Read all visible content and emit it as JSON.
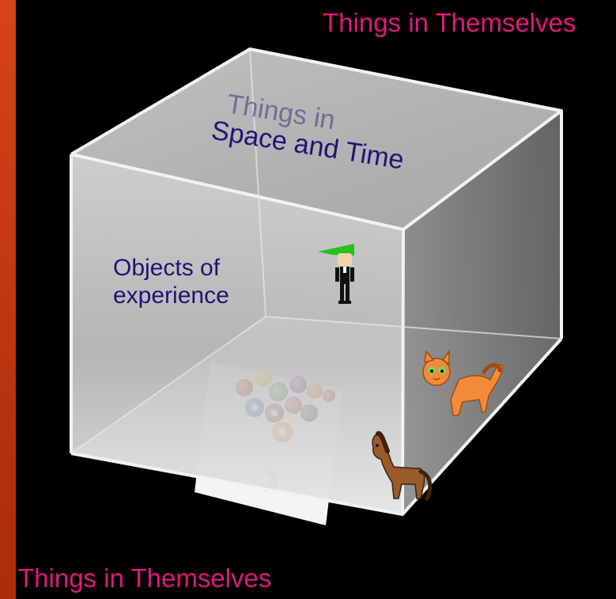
{
  "titles": {
    "top": "Things in Themselves",
    "bottom": "Things in Themselves"
  },
  "cube": {
    "label_line1": "Things in",
    "label_line2": "Space and Time",
    "inner_line1": "Objects of",
    "inner_line2": "experience"
  },
  "colors": {
    "title": "#e0197e",
    "label": "#1f1474",
    "background": "#000000",
    "frame": "#c0360f"
  },
  "icons": {
    "figure": "person-icon",
    "balls": "billiard-balls-image",
    "cat": "cat-icon",
    "horse": "horse-icon"
  }
}
